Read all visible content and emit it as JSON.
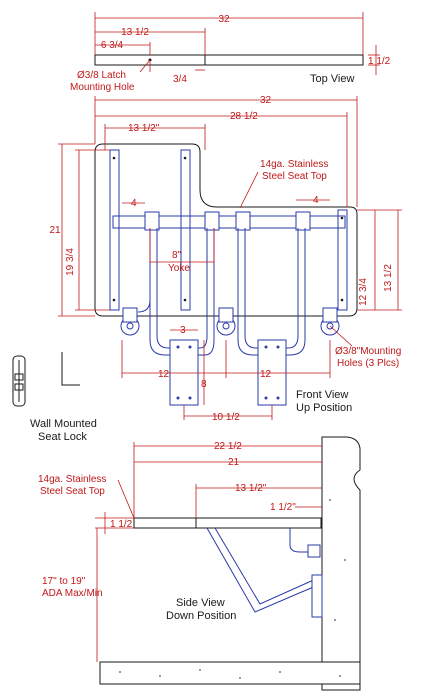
{
  "views": {
    "top": {
      "label": "Top View"
    },
    "front": {
      "label_line1": "Front View",
      "label_line2": "Up Position"
    },
    "side": {
      "label_line1": "Side View",
      "label_line2": "Down Position"
    },
    "lock": {
      "label_line1": "Wall Mounted",
      "label_line2": "Seat Lock"
    }
  },
  "callouts": {
    "latch_line1": "Ø3/8 Latch",
    "latch_line2": "Mounting Hole",
    "seat_top_line1": "14ga. Stainless",
    "seat_top_line2": "Steel Seat Top",
    "mount_line1": "Ø3/8\"Mounting",
    "mount_line2": "Holes (3 Plcs)",
    "yoke": "Yoke",
    "ada_line1": "17\" to 19\"",
    "ada_line2": "ADA Max/Min"
  },
  "dimensions": {
    "top_overall": "32",
    "top_13_5": "13 1/2",
    "top_6_75": "6 3/4",
    "top_0_75": "3/4",
    "top_1_5": "1 1/2",
    "front_overall": "32",
    "front_28_5": "28 1/2",
    "front_13_5": "13 1/2\"",
    "front_height": "21",
    "front_19_75": "19 3/4",
    "front_4_left": "4",
    "front_4_right": "4",
    "front_yoke": "8\"",
    "front_3": "3",
    "front_8": "8",
    "front_12_left": "12",
    "front_12_right": "12",
    "front_10_5": "10 1/2",
    "front_13_5_right": "13 1/2",
    "front_12_75": "12 3/4",
    "side_22_5": "22 1/2",
    "side_21": "21",
    "side_13_5": "13 1/2\"",
    "side_1_5_right": "1 1/2\"",
    "side_1_5_left": "1 1/2"
  }
}
